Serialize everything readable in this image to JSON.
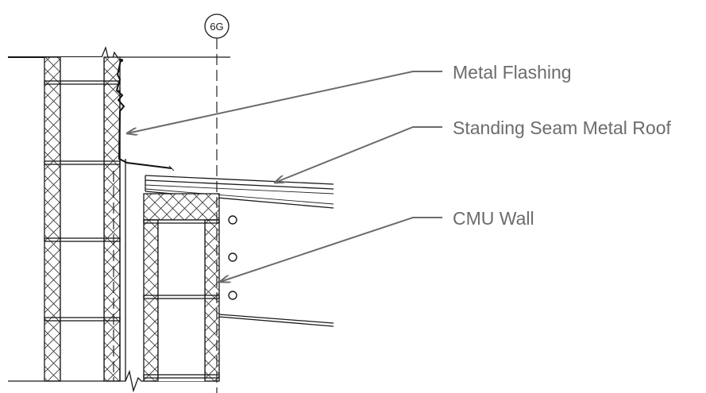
{
  "grid_bubble": {
    "label": "6G"
  },
  "callouts": [
    {
      "id": "metal-flashing",
      "text": "Metal Flashing"
    },
    {
      "id": "standing-seam-metal-roof",
      "text": "Standing Seam Metal Roof"
    },
    {
      "id": "cmu-wall",
      "text": "CMU Wall"
    }
  ],
  "colors": {
    "linework": "#1a1a1a",
    "leader": "#6b6b6b",
    "label_text": "#6d6b6b"
  }
}
